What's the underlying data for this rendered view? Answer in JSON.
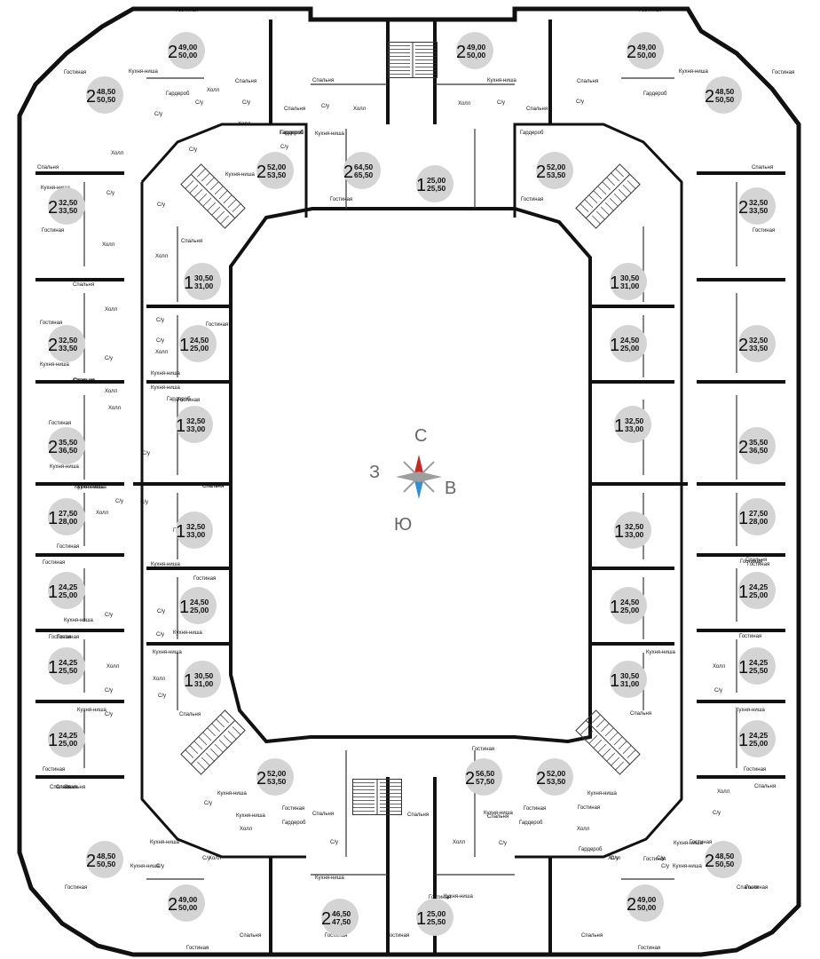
{
  "colors": {
    "wall": "#111111",
    "thin_wall": "#333333",
    "badge": "#d4d4d4",
    "compass_north": "#c62828",
    "compass_south": "#2f8fd8",
    "compass_side": "#9e9e9e",
    "compass_text": "#666666"
  },
  "compass": {
    "north": "С",
    "south": "Ю",
    "west": "З",
    "east": "В"
  },
  "room_types": [
    "Гостиная",
    "Спальня",
    "Кухня-ниша",
    "Холл",
    "С/у",
    "Гардероб"
  ],
  "icons": [
    "compass-icon",
    "staircase-icon"
  ],
  "apartments": [
    {
      "id": "a01",
      "rooms": "2",
      "area_living": "49,00",
      "area_total": "50,00"
    },
    {
      "id": "a02",
      "rooms": "2",
      "area_living": "48,50",
      "area_total": "50,50"
    },
    {
      "id": "a03",
      "rooms": "2",
      "area_living": "52,00",
      "area_total": "53,50"
    },
    {
      "id": "a04",
      "rooms": "2",
      "area_living": "64,50",
      "area_total": "65,50"
    },
    {
      "id": "a05",
      "rooms": "1",
      "area_living": "25,00",
      "area_total": "25,50"
    },
    {
      "id": "a06",
      "rooms": "2",
      "area_living": "49,00",
      "area_total": "50,00"
    },
    {
      "id": "a07",
      "rooms": "2",
      "area_living": "52,00",
      "area_total": "53,50"
    },
    {
      "id": "a08",
      "rooms": "2",
      "area_living": "49,00",
      "area_total": "50,00"
    },
    {
      "id": "a09",
      "rooms": "2",
      "area_living": "48,50",
      "area_total": "50,50"
    },
    {
      "id": "a10",
      "rooms": "2",
      "area_living": "32,50",
      "area_total": "33,50"
    },
    {
      "id": "a11",
      "rooms": "1",
      "area_living": "30,50",
      "area_total": "31,00"
    },
    {
      "id": "a12",
      "rooms": "2",
      "area_living": "32,50",
      "area_total": "33,50"
    },
    {
      "id": "a13",
      "rooms": "1",
      "area_living": "24,50",
      "area_total": "25,00"
    },
    {
      "id": "a14",
      "rooms": "1",
      "area_living": "32,50",
      "area_total": "33,00"
    },
    {
      "id": "a15",
      "rooms": "2",
      "area_living": "35,50",
      "area_total": "36,50"
    },
    {
      "id": "a16",
      "rooms": "1",
      "area_living": "27,50",
      "area_total": "28,00"
    },
    {
      "id": "a17",
      "rooms": "1",
      "area_living": "32,50",
      "area_total": "33,00"
    },
    {
      "id": "a18",
      "rooms": "1",
      "area_living": "24,25",
      "area_total": "25,00"
    },
    {
      "id": "a19",
      "rooms": "1",
      "area_living": "24,50",
      "area_total": "25,00"
    },
    {
      "id": "a20",
      "rooms": "1",
      "area_living": "24,25",
      "area_total": "25,50"
    },
    {
      "id": "a21",
      "rooms": "1",
      "area_living": "30,50",
      "area_total": "31,00"
    },
    {
      "id": "a22",
      "rooms": "1",
      "area_living": "24,25",
      "area_total": "25,00"
    },
    {
      "id": "a23",
      "rooms": "2",
      "area_living": "52,00",
      "area_total": "53,50"
    },
    {
      "id": "a24",
      "rooms": "2",
      "area_living": "48,50",
      "area_total": "50,50"
    },
    {
      "id": "a25",
      "rooms": "2",
      "area_living": "49,00",
      "area_total": "50,00"
    },
    {
      "id": "a26",
      "rooms": "2",
      "area_living": "46,50",
      "area_total": "47,50"
    },
    {
      "id": "a27",
      "rooms": "1",
      "area_living": "25,00",
      "area_total": "25,50"
    },
    {
      "id": "a28",
      "rooms": "2",
      "area_living": "56,50",
      "area_total": "57,50"
    },
    {
      "id": "a29",
      "rooms": "2",
      "area_living": "52,00",
      "area_total": "53,50"
    },
    {
      "id": "a30",
      "rooms": "2",
      "area_living": "48,50",
      "area_total": "50,50"
    },
    {
      "id": "a31",
      "rooms": "2",
      "area_living": "49,00",
      "area_total": "50,00"
    },
    {
      "id": "a32",
      "rooms": "1",
      "area_living": "30,50",
      "area_total": "31,00"
    },
    {
      "id": "a33",
      "rooms": "2",
      "area_living": "32,50",
      "area_total": "33,50"
    },
    {
      "id": "a34",
      "rooms": "1",
      "area_living": "24,50",
      "area_total": "25,00"
    },
    {
      "id": "a35",
      "rooms": "2",
      "area_living": "32,50",
      "area_total": "33,50"
    },
    {
      "id": "a36",
      "rooms": "1",
      "area_living": "32,50",
      "area_total": "33,00"
    },
    {
      "id": "a37",
      "rooms": "2",
      "area_living": "35,50",
      "area_total": "36,50"
    },
    {
      "id": "a38",
      "rooms": "1",
      "area_living": "32,50",
      "area_total": "33,00"
    },
    {
      "id": "a39",
      "rooms": "1",
      "area_living": "27,50",
      "area_total": "28,00"
    },
    {
      "id": "a40",
      "rooms": "1",
      "area_living": "24,50",
      "area_total": "25,00"
    },
    {
      "id": "a41",
      "rooms": "1",
      "area_living": "24,25",
      "area_total": "25,00"
    },
    {
      "id": "a42",
      "rooms": "1",
      "area_living": "30,50",
      "area_total": "31,00"
    },
    {
      "id": "a43",
      "rooms": "1",
      "area_living": "24,25",
      "area_total": "25,50"
    },
    {
      "id": "a44",
      "rooms": "1",
      "area_living": "24,25",
      "area_total": "25,00"
    }
  ],
  "room_labels": [
    {
      "id": "r001",
      "text": "Гостиная"
    },
    {
      "id": "r002",
      "text": "Кухня-ниша"
    },
    {
      "id": "r003",
      "text": "Гостиная"
    },
    {
      "id": "r004",
      "text": "Гардероб"
    },
    {
      "id": "r005",
      "text": "Холл"
    },
    {
      "id": "r006",
      "text": "Спальня"
    },
    {
      "id": "r007",
      "text": "С/у"
    },
    {
      "id": "r008",
      "text": "С/у"
    },
    {
      "id": "r009",
      "text": "С/у"
    },
    {
      "id": "r010",
      "text": "Холл"
    },
    {
      "id": "r011",
      "text": "Холл"
    },
    {
      "id": "r012",
      "text": "Спальня"
    },
    {
      "id": "r013",
      "text": "Спальня"
    },
    {
      "id": "r014",
      "text": "С/у"
    },
    {
      "id": "r015",
      "text": "Кухня-ниша"
    },
    {
      "id": "r016",
      "text": "С/у"
    },
    {
      "id": "r017",
      "text": "Кухня-ниша"
    },
    {
      "id": "r018",
      "text": "Гардероб"
    },
    {
      "id": "r019",
      "text": "Гостиная"
    },
    {
      "id": "r020",
      "text": "Спальня"
    },
    {
      "id": "r021",
      "text": "Холл"
    },
    {
      "id": "r022",
      "text": "С/у"
    },
    {
      "id": "r023",
      "text": "Кухня-ниша"
    },
    {
      "id": "r024",
      "text": "Гостиная"
    },
    {
      "id": "r025",
      "text": "Холл"
    },
    {
      "id": "r026",
      "text": "С/у"
    },
    {
      "id": "r027",
      "text": "Гостиная"
    },
    {
      "id": "r028",
      "text": "Гостиная"
    },
    {
      "id": "r029",
      "text": "Кухня-ниша"
    },
    {
      "id": "r030",
      "text": "Спальня"
    },
    {
      "id": "r031",
      "text": "Холл"
    },
    {
      "id": "r032",
      "text": "С/у"
    },
    {
      "id": "r033",
      "text": "Спальня"
    },
    {
      "id": "r034",
      "text": "Гардероб"
    },
    {
      "id": "r035",
      "text": "Холл"
    },
    {
      "id": "r036",
      "text": "С/у"
    },
    {
      "id": "r037",
      "text": "Гостиная"
    },
    {
      "id": "r038",
      "text": "Кухня-ниша"
    },
    {
      "id": "r039",
      "text": "Гостиная"
    },
    {
      "id": "r040",
      "text": "Спальня"
    },
    {
      "id": "r041",
      "text": "Кухня-ниша"
    },
    {
      "id": "r042",
      "text": "Спальня"
    },
    {
      "id": "r043",
      "text": "Холл"
    },
    {
      "id": "r044",
      "text": "С/у"
    },
    {
      "id": "r045",
      "text": "С/у"
    },
    {
      "id": "r046",
      "text": "Гардероб"
    },
    {
      "id": "r047",
      "text": "Спальня"
    },
    {
      "id": "r048",
      "text": "Гостиная"
    },
    {
      "id": "r049",
      "text": "Холл"
    },
    {
      "id": "r050",
      "text": "С/у"
    },
    {
      "id": "r051",
      "text": "Холл"
    },
    {
      "id": "r052",
      "text": "С/у"
    },
    {
      "id": "r053",
      "text": "Кухня-ниша"
    },
    {
      "id": "r054",
      "text": "Спальня"
    },
    {
      "id": "r055",
      "text": "Кухня-ниша"
    },
    {
      "id": "r056",
      "text": "Гостиная"
    },
    {
      "id": "r057",
      "text": "Холл"
    },
    {
      "id": "r058",
      "text": "С/у"
    },
    {
      "id": "r059",
      "text": "Спальня"
    },
    {
      "id": "r060",
      "text": "Кухня-ниша"
    },
    {
      "id": "r061",
      "text": "Гостиная"
    },
    {
      "id": "r062",
      "text": "Гостиная"
    },
    {
      "id": "r063",
      "text": "С/у"
    },
    {
      "id": "r064",
      "text": "Спальня"
    },
    {
      "id": "r065",
      "text": "С/у"
    },
    {
      "id": "r066",
      "text": "Холл"
    },
    {
      "id": "r067",
      "text": "Спальня"
    },
    {
      "id": "r068",
      "text": "Гостиная"
    },
    {
      "id": "r069",
      "text": "Кухня-ниша"
    },
    {
      "id": "r070",
      "text": "С/у"
    },
    {
      "id": "r071",
      "text": "С/у"
    },
    {
      "id": "r072",
      "text": "Кухня-ниша"
    },
    {
      "id": "r073",
      "text": "Кухня-ниша"
    },
    {
      "id": "r074",
      "text": "Спальня"
    },
    {
      "id": "r075",
      "text": "Гостиная"
    },
    {
      "id": "r076",
      "text": "С/у"
    },
    {
      "id": "r077",
      "text": "Кухня-ниша"
    },
    {
      "id": "r078",
      "text": "Гостиная"
    },
    {
      "id": "r079",
      "text": "Холл"
    },
    {
      "id": "r080",
      "text": "С/у"
    },
    {
      "id": "r081",
      "text": "Кухня-ниша"
    },
    {
      "id": "r082",
      "text": "Спальня"
    },
    {
      "id": "r083",
      "text": "Гостиная"
    },
    {
      "id": "r084",
      "text": "Кухня-ниша"
    },
    {
      "id": "r085",
      "text": "Кухня-ниша"
    },
    {
      "id": "r086",
      "text": "Кухня-ниша"
    },
    {
      "id": "r087",
      "text": "Гостиная"
    },
    {
      "id": "r088",
      "text": "Гостиная"
    },
    {
      "id": "r089",
      "text": "С/у"
    },
    {
      "id": "r090",
      "text": "С/у"
    },
    {
      "id": "r091",
      "text": "С/у"
    },
    {
      "id": "r092",
      "text": "Гостиная"
    },
    {
      "id": "r093",
      "text": "Кухня-ниша"
    },
    {
      "id": "r094",
      "text": "Холл"
    },
    {
      "id": "r095",
      "text": "Спальня"
    },
    {
      "id": "r096",
      "text": "Гостиная"
    },
    {
      "id": "r097",
      "text": "Гостиная"
    },
    {
      "id": "r098",
      "text": "Кухня-ниша"
    },
    {
      "id": "r099",
      "text": "Кухня-ниша"
    },
    {
      "id": "r100",
      "text": "Гостиная"
    },
    {
      "id": "r101",
      "text": "Спальня"
    },
    {
      "id": "r102",
      "text": "Спальня"
    },
    {
      "id": "r103",
      "text": "Спальня"
    },
    {
      "id": "r104",
      "text": "Холл"
    },
    {
      "id": "r105",
      "text": "С/у"
    },
    {
      "id": "r106",
      "text": "Гостиная"
    },
    {
      "id": "r107",
      "text": "Гостиная"
    },
    {
      "id": "r108",
      "text": "Гардероб"
    },
    {
      "id": "r109",
      "text": "Холл"
    },
    {
      "id": "r110",
      "text": "Гардероб"
    },
    {
      "id": "r111",
      "text": "Холл"
    },
    {
      "id": "r112",
      "text": "С/у"
    },
    {
      "id": "r113",
      "text": "Кухня-ниша"
    },
    {
      "id": "r114",
      "text": "С/у"
    },
    {
      "id": "r115",
      "text": "С/у"
    },
    {
      "id": "r116",
      "text": "Гостиная"
    },
    {
      "id": "r117",
      "text": "Спальня"
    },
    {
      "id": "r118",
      "text": "Спальня"
    },
    {
      "id": "r119",
      "text": "Кухня-ниша"
    },
    {
      "id": "r120",
      "text": "С/у"
    },
    {
      "id": "r121",
      "text": "Кухня-ниша"
    },
    {
      "id": "r122",
      "text": "Холл"
    },
    {
      "id": "r123",
      "text": "Гардероб"
    },
    {
      "id": "r124",
      "text": "Гостиная"
    },
    {
      "id": "r125",
      "text": "Кухня-ниша"
    },
    {
      "id": "r126",
      "text": "Спальня"
    },
    {
      "id": "r127",
      "text": "Гостиная"
    },
    {
      "id": "r128",
      "text": "Холл"
    },
    {
      "id": "r129",
      "text": "С/у"
    },
    {
      "id": "r130",
      "text": "Гостиная"
    },
    {
      "id": "r131",
      "text": "Кухня-ниша"
    },
    {
      "id": "r132",
      "text": "Гостиная"
    },
    {
      "id": "r133",
      "text": "Гостиная"
    },
    {
      "id": "r134",
      "text": "Холл"
    },
    {
      "id": "r135",
      "text": "С/у"
    },
    {
      "id": "r136",
      "text": "Спальня"
    },
    {
      "id": "r137",
      "text": "Гостиная"
    },
    {
      "id": "r138",
      "text": "Гостиная"
    },
    {
      "id": "r139",
      "text": "Спальня"
    },
    {
      "id": "r140",
      "text": "Кухня-ниша"
    },
    {
      "id": "r141",
      "text": "Гардероб"
    },
    {
      "id": "r142",
      "text": "С/у"
    },
    {
      "id": "r143",
      "text": "Гостиная"
    },
    {
      "id": "r144",
      "text": "Холл"
    },
    {
      "id": "r145",
      "text": "Гардероб"
    },
    {
      "id": "r146",
      "text": "С/у"
    },
    {
      "id": "r147",
      "text": "Гостиная"
    },
    {
      "id": "r148",
      "text": "Спальня"
    },
    {
      "id": "r149",
      "text": "Кухня-ниша"
    },
    {
      "id": "r150",
      "text": "Спальня"
    },
    {
      "id": "r151",
      "text": "Спальня"
    },
    {
      "id": "r152",
      "text": "Гостиная"
    },
    {
      "id": "r153",
      "text": "Кухня-ниша"
    },
    {
      "id": "r154",
      "text": "Гостиная"
    }
  ]
}
